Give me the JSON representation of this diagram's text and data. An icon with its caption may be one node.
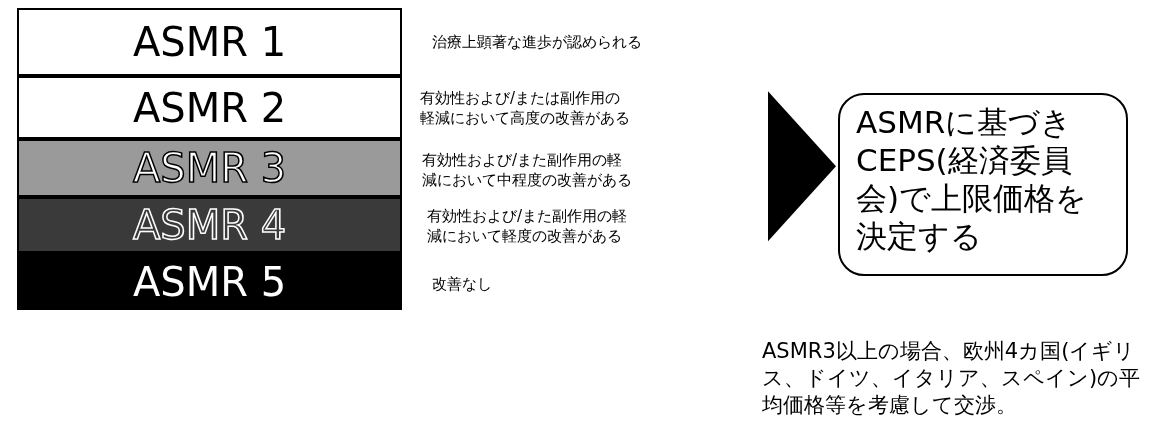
{
  "diagram": {
    "nodes": [
      {
        "text": [
          "ASMR 1"
        ],
        "beside": [
          "治療上顕著な進歩が認められる"
        ]
      },
      {
        "text": [
          "ASMR 2"
        ],
        "beside": [
          "有効性および/または副作用の軽減において高度の改善がある"
        ]
      },
      {
        "text": [
          "ASMR 3"
        ],
        "beside": [
          "有効性および/また副作用の軽減において中程度の改善がある"
        ]
      },
      {
        "text": [
          "ASMR 4"
        ],
        "beside": [
          "有効性および/また副作用の軽減において軽度の改善がある"
        ]
      },
      {
        "text": [
          "ASMR 5"
        ],
        "beside": [
          "改善なし"
        ]
      },
      {
        "text": [
          "ASMRに基づきCEPS(経済委員会)で上限価格を決定する"
        ]
      }
    ],
    "edges": [
      {
        "from": null,
        "to": 5,
        "arrow": "to",
        "style": "thick"
      }
    ],
    "labels": [
      "ASMR3以上の場合、欧州4カ国(イギリス、ドイツ、イタリア、スペイン)の平均価格等を考慮して交渉。"
    ]
  }
}
